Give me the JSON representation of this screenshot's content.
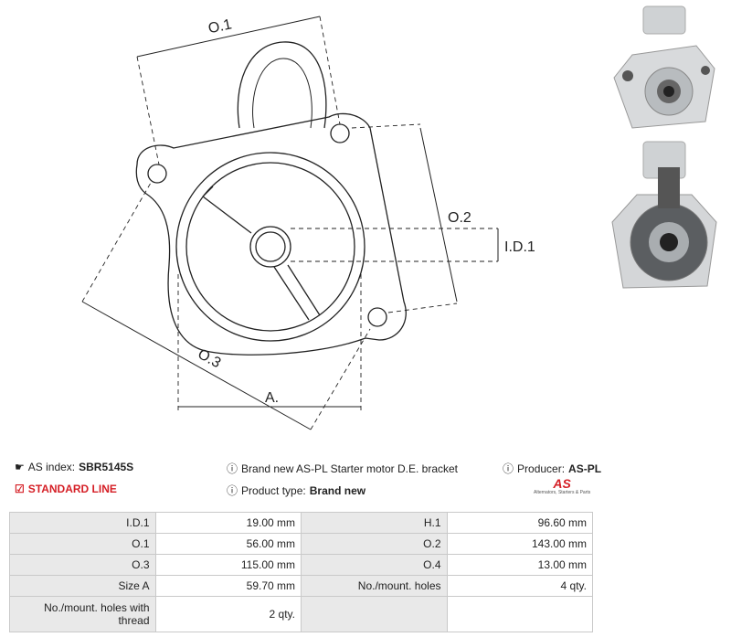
{
  "drawing": {
    "labels": {
      "o1": "O.1",
      "o2": "O.2",
      "o3": "O.3",
      "id1": "I.D.1",
      "a": "A."
    }
  },
  "photos": {
    "top": "front-view-photo",
    "bottom": "rear-view-photo"
  },
  "info": {
    "as_index_label": "AS index:",
    "as_index_value": "SBR5145S",
    "standard_line": "STANDARD LINE",
    "description": "Brand new AS-PL Starter motor D.E. bracket",
    "product_type_label": "Product type:",
    "product_type_value": "Brand new",
    "producer_label": "Producer:",
    "producer_value": "AS-PL",
    "logo_text": "AS",
    "logo_tagline": "Alternators, Starters & Parts"
  },
  "colors": {
    "accent": "#d51f26",
    "header_bg": "#e9e9e9",
    "border": "#c9c9c9"
  },
  "specs": [
    [
      {
        "label": "I.D.1",
        "value": "19.00 mm"
      },
      {
        "label": "H.1",
        "value": "96.60 mm"
      }
    ],
    [
      {
        "label": "O.1",
        "value": "56.00 mm"
      },
      {
        "label": "O.2",
        "value": "143.00 mm"
      }
    ],
    [
      {
        "label": "O.3",
        "value": "115.00 mm"
      },
      {
        "label": "O.4",
        "value": "13.00 mm"
      }
    ],
    [
      {
        "label": "Size A",
        "value": "59.70 mm"
      },
      {
        "label": "No./mount. holes",
        "value": "4 qty."
      }
    ],
    [
      {
        "label": "No./mount. holes with thread",
        "value": "2 qty."
      },
      {
        "label": "",
        "value": ""
      }
    ]
  ]
}
